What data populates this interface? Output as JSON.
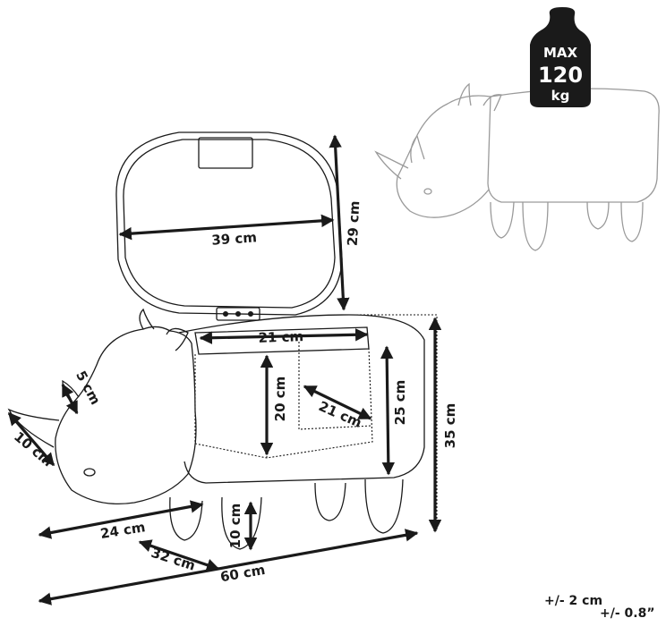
{
  "weight_badge": {
    "line1": "MAX",
    "line2": "120",
    "line3": "kg"
  },
  "dimensions": {
    "lid_width": "39 cm",
    "lid_height": "29 cm",
    "storage_width": "21 cm",
    "storage_height": "20 cm",
    "storage_depth": "21 cm",
    "seat_height": "25 cm",
    "total_height": "35 cm",
    "horn_length": "10 cm",
    "small_horn": "5 cm",
    "leg_height": "10 cm",
    "head_length": "24 cm",
    "leg_spacing": "32 cm",
    "total_length": "60 cm"
  },
  "tolerance": {
    "metric": "+/- 2 cm",
    "imperial": "+/- 0.8”"
  },
  "colors": {
    "ink": "#1a1a1a",
    "ghost": "#9a9a9a",
    "badge": "#1a1a1a"
  }
}
